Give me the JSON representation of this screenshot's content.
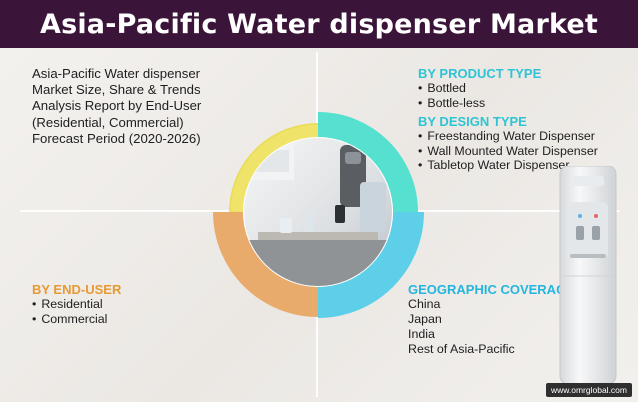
{
  "title": "Asia-Pacific Water dispenser Market",
  "report_lines": [
    "Asia-Pacific Water dispenser",
    "Market Size, Share & Trends",
    "Analysis Report by End-User",
    "(Residential, Commercial)",
    "Forecast Period (2020-2026)"
  ],
  "product_type": {
    "title": "BY PRODUCT TYPE",
    "items": [
      "Bottled",
      "Bottle-less"
    ]
  },
  "design_type": {
    "title": "BY DESIGN TYPE",
    "items": [
      "Freestanding Water Dispenser",
      "Wall Mounted Water Dispenser",
      "Tabletop Water Dispenser"
    ]
  },
  "end_user": {
    "title": "BY END-USER",
    "items": [
      "Residential",
      "Commercial"
    ]
  },
  "geographic": {
    "title": "GEOGRAPHIC COVERAGE",
    "items": [
      "China",
      "Japan",
      "India",
      "Rest of Asia-Pacific"
    ]
  },
  "source": "www.omrglobal.com",
  "colors": {
    "banner": "#3a1539",
    "yellow_arc": "#f0e36a",
    "cyan_arc": "#56e0cf",
    "orange_arc": "#e8ab6b",
    "blue_arc": "#5dcfe8",
    "product_title": "#2ec4d6",
    "end_user_title": "#e79a33",
    "geo_title": "#25b5df"
  }
}
